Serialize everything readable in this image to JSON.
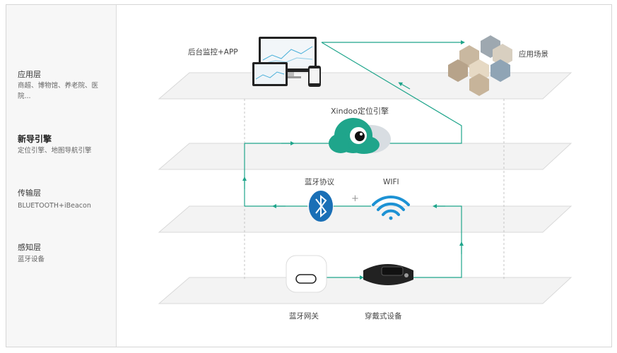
{
  "sidebar": {
    "layers": [
      {
        "title": "应用层",
        "desc": "商超、博物馆、养老院、医院..."
      },
      {
        "title": "新导引擎",
        "desc": "定位引擎、地图导航引擎"
      },
      {
        "title": "传输层",
        "desc": "BLUETOOTH+iBeacon"
      },
      {
        "title": "感知层",
        "desc": "蓝牙设备"
      }
    ]
  },
  "diagram": {
    "backend_label": "后台监控+APP",
    "scenes_label": "应用场景",
    "engine_label": "Xindoo定位引擎",
    "bluetooth_label": "蓝牙协议",
    "plus": "+",
    "wifi_label": "WIFI",
    "gateway_label": "蓝牙网关",
    "wearable_label": "穿戴式设备"
  },
  "colors": {
    "accent": "#1fa58b",
    "bluetooth": "#1a6fb6",
    "wifi": "#1d92d4",
    "plane_fill": "#f3f3f3",
    "plane_stroke": "#d9d9d9",
    "sidebar_bg": "#f7f7f7"
  }
}
